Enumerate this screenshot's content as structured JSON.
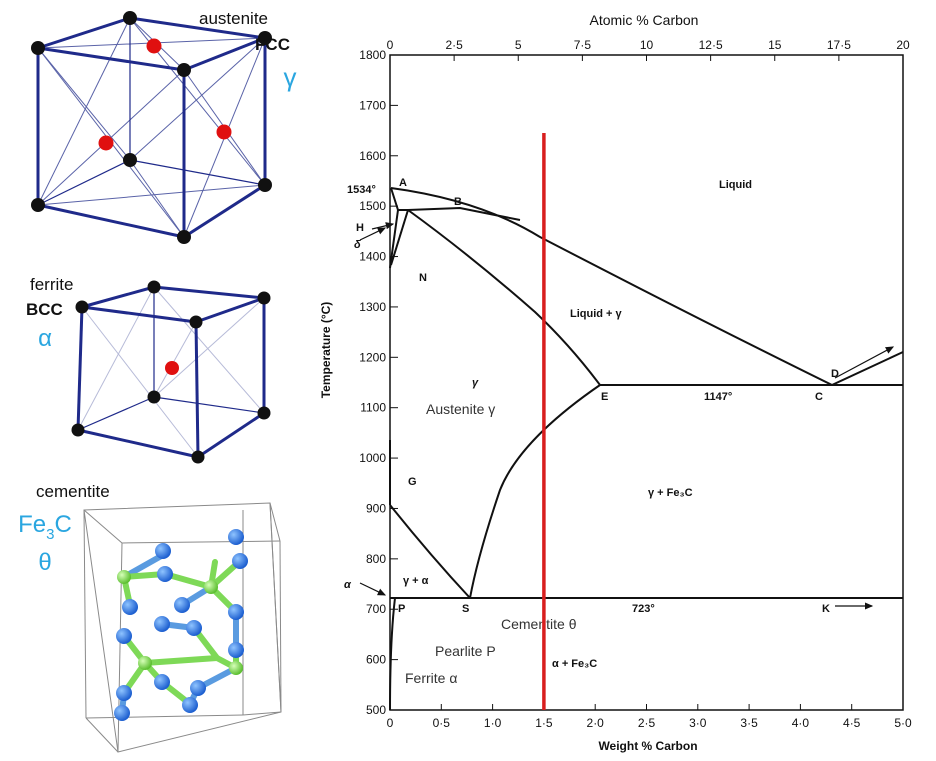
{
  "structures": {
    "austenite": {
      "name": "austenite",
      "lattice": "FCC",
      "symbol": "γ"
    },
    "ferrite": {
      "name": "ferrite",
      "lattice": "BCC",
      "symbol": "α"
    },
    "cementite": {
      "name": "cementite",
      "formula_main": "Fe",
      "formula_sub": "3",
      "formula_end": "C",
      "symbol": "θ"
    }
  },
  "colors": {
    "lattice_edge": "#1f2a8a",
    "corner_atom": "#111111",
    "center_atom": "#e01010",
    "phase_line": "#111111",
    "composition_line": "#d81e1e",
    "cementite_fe": "#2a7fe0",
    "cementite_c": "#7ed957",
    "label_blue": "#2aa6e0"
  },
  "phase_diagram": {
    "top_axis_title": "Atomic % Carbon",
    "top_ticks": [
      "0",
      "2·5",
      "5",
      "7·5",
      "10",
      "12·5",
      "15",
      "17·5",
      "20"
    ],
    "bottom_axis_title": "Weight % Carbon",
    "bottom_ticks": [
      "0",
      "0·5",
      "1·0",
      "1·5",
      "2·0",
      "2·5",
      "3·0",
      "3·5",
      "4·0",
      "4·5",
      "5·0"
    ],
    "y_axis_title": "Temperature (°C)",
    "y_ticks": [
      "1800",
      "1700",
      "1600",
      "1500",
      "1400",
      "1300",
      "1200",
      "1100",
      "1000",
      "900",
      "800",
      "700",
      "600",
      "500"
    ],
    "points": {
      "A": "A",
      "B": "B",
      "H": "H",
      "N": "N",
      "E": "E",
      "C": "C",
      "D": "D",
      "G": "G",
      "S": "S",
      "P": "P",
      "K": "K"
    },
    "temps": {
      "t1534": "1534°",
      "t1147": "1147°",
      "t723": "723°"
    },
    "greek": {
      "delta": "δ",
      "alpha": "α"
    },
    "regions": {
      "liquid": "Liquid",
      "liquid_gamma": "Liquid + γ",
      "gamma": "γ",
      "gamma_fe3c": "γ + Fe₃C",
      "gamma_alpha": "γ + α",
      "alpha_fe3c": "α + Fe₃C"
    },
    "overlay_labels": {
      "austenite": "Austenite γ",
      "cementite": "Cementite θ",
      "pearlite": "Pearlite P",
      "ferrite": "Ferrite α"
    },
    "composition_line_wt_pct": 1.5
  }
}
